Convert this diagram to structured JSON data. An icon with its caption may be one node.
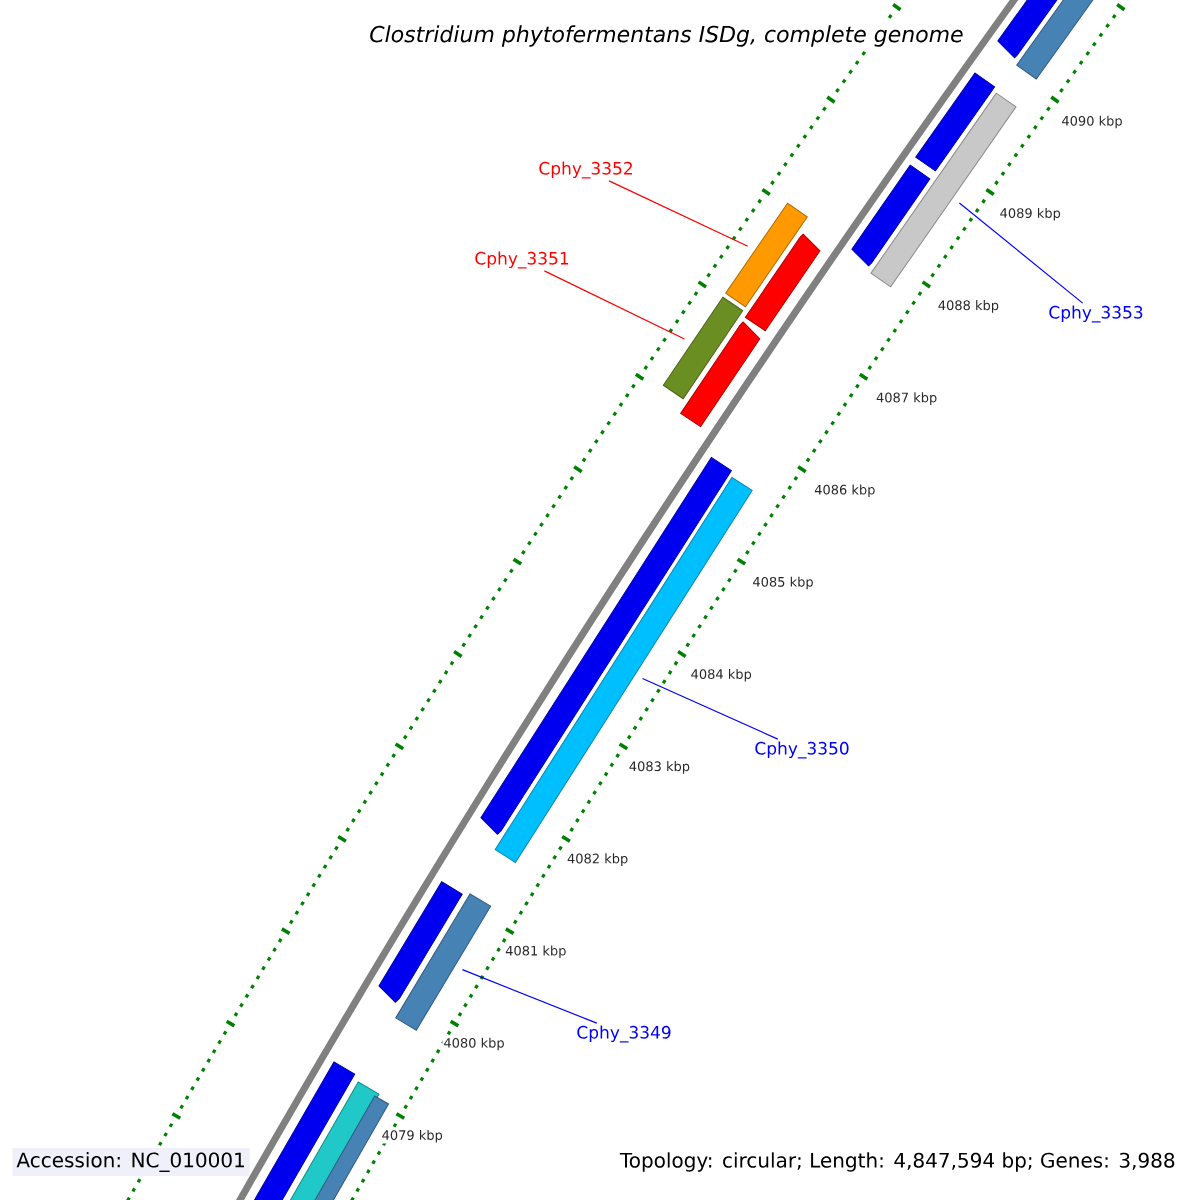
{
  "diagram": {
    "title": "*Clostridium phytofermentans* ISDg, complete genome",
    "nodes": [
      {
        "text": [
          "Cphy_3352"
        ]
      },
      {
        "text": [
          "Cphy_3351"
        ]
      },
      {
        "text": [
          "Cphy_3353"
        ]
      },
      {
        "text": [
          "Cphy_3350"
        ]
      },
      {
        "text": [
          "Cphy_3349"
        ]
      },
      {
        "text": [],
        "shape": "bar"
      },
      {
        "text": [],
        "shape": "bar"
      },
      {
        "text": [],
        "shape": "bar"
      },
      {
        "text": [],
        "shape": "bar"
      },
      {
        "text": [],
        "shape": "bar"
      }
    ],
    "edges": [
      {
        "from": 0,
        "to": 6,
        "arrow": "none",
        "color": "#ff0000"
      },
      {
        "from": 1,
        "to": 7,
        "arrow": "none",
        "color": "#ff0000"
      },
      {
        "from": 2,
        "to": 5,
        "arrow": "none"
      },
      {
        "from": 3,
        "to": 8,
        "arrow": "none"
      },
      {
        "from": 4,
        "to": 9,
        "arrow": "none"
      }
    ],
    "labels": [
      "4090 kbp",
      "4089 kbp",
      "4088 kbp",
      "4087 kbp",
      "4086 kbp",
      "4085 kbp",
      "4084 kbp",
      "4083 kbp",
      "4082 kbp",
      "4081 kbp",
      "4080 kbp",
      "4079 kbp",
      "Accession: NC_010001",
      "Topology: circular; Length: 4,847,594 bp; Genes: 3,988"
    ]
  }
}
